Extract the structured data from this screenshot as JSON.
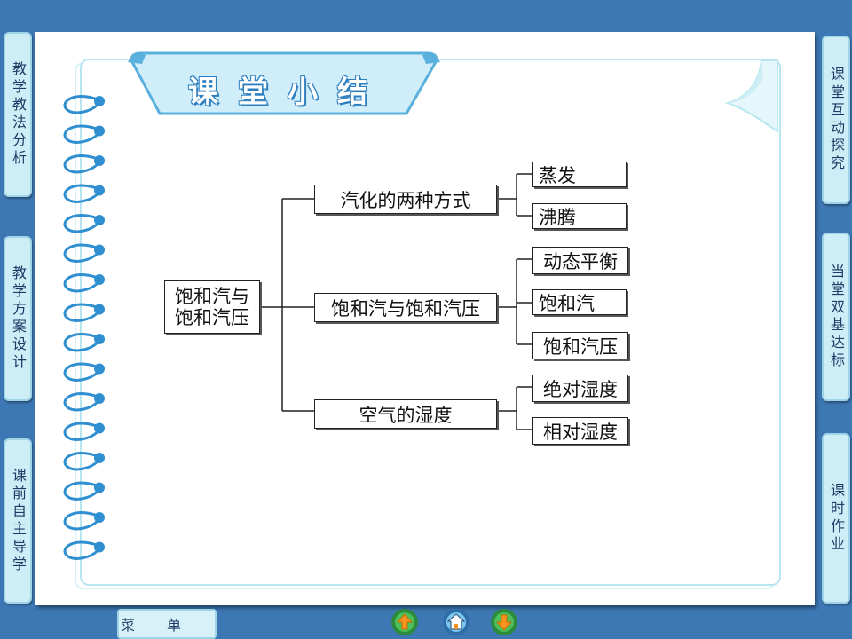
{
  "left_tabs": [
    {
      "label": "教学教法分析"
    },
    {
      "label": "教学方案设计"
    },
    {
      "label": "课前自主导学"
    }
  ],
  "right_tabs": [
    {
      "label": "课堂互动探究"
    },
    {
      "label": "当堂双基达标"
    },
    {
      "label": "课时作业"
    }
  ],
  "title": "课堂小结",
  "diagram": {
    "root": "饱和汽与\n饱和汽压",
    "branches": [
      {
        "label": "汽化的两种方式",
        "children": [
          "蒸发",
          "沸腾"
        ]
      },
      {
        "label": "饱和汽与饱和汽压",
        "children": [
          "动态平衡",
          "饱和汽",
          "饱和汽压"
        ]
      },
      {
        "label": "空气的湿度",
        "children": [
          "绝对湿度",
          "相对湿度"
        ]
      }
    ]
  },
  "bottom_bar": {
    "menu_label": "菜单",
    "prev_icon": "up-arrow-icon",
    "home_icon": "home-icon",
    "next_icon": "down-arrow-icon"
  },
  "colors": {
    "background": "#3d78b5",
    "tab_fill": "#cdeef6",
    "banner": "#5ab0dc",
    "ring": "#2f8fd0"
  }
}
